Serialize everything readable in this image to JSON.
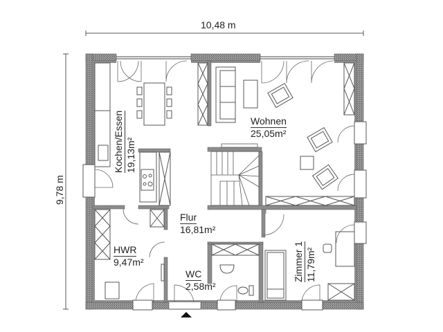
{
  "dimensions": {
    "width_label": "10,48 m",
    "height_label": "9,78 m"
  },
  "rooms": [
    {
      "name": "Kochen/Essen",
      "area": "19,13m²"
    },
    {
      "name": "Wohnen",
      "area": "25,05m²"
    },
    {
      "name": "Flur",
      "area": "16,81m²"
    },
    {
      "name": "HWR",
      "area": "9,47m²"
    },
    {
      "name": "WC",
      "area": "2,58m²"
    },
    {
      "name": "Zimmer 1",
      "area": "11,79m²"
    }
  ],
  "entrance": {
    "icon": "entrance-arrow-icon"
  },
  "colors": {
    "wall": "#8c8c8c",
    "wall_hatch": "#6e6e6e",
    "line": "#333333",
    "background": "#ffffff"
  }
}
